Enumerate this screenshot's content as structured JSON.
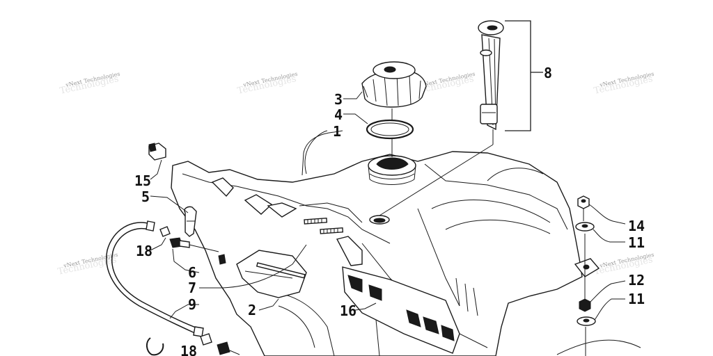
{
  "callouts": {
    "c1": "1",
    "c2": "2",
    "c3": "3",
    "c4": "4",
    "c5": "5",
    "c6": "6",
    "c7": "7",
    "c8": "8",
    "c9": "9",
    "c11a": "11",
    "c11b": "11",
    "c12": "12",
    "c14": "14",
    "c15": "15",
    "c16": "16",
    "c18a": "18",
    "c18b": "18"
  },
  "watermark": {
    "text": "vNext Technologies",
    "ghost": "Technologies"
  }
}
